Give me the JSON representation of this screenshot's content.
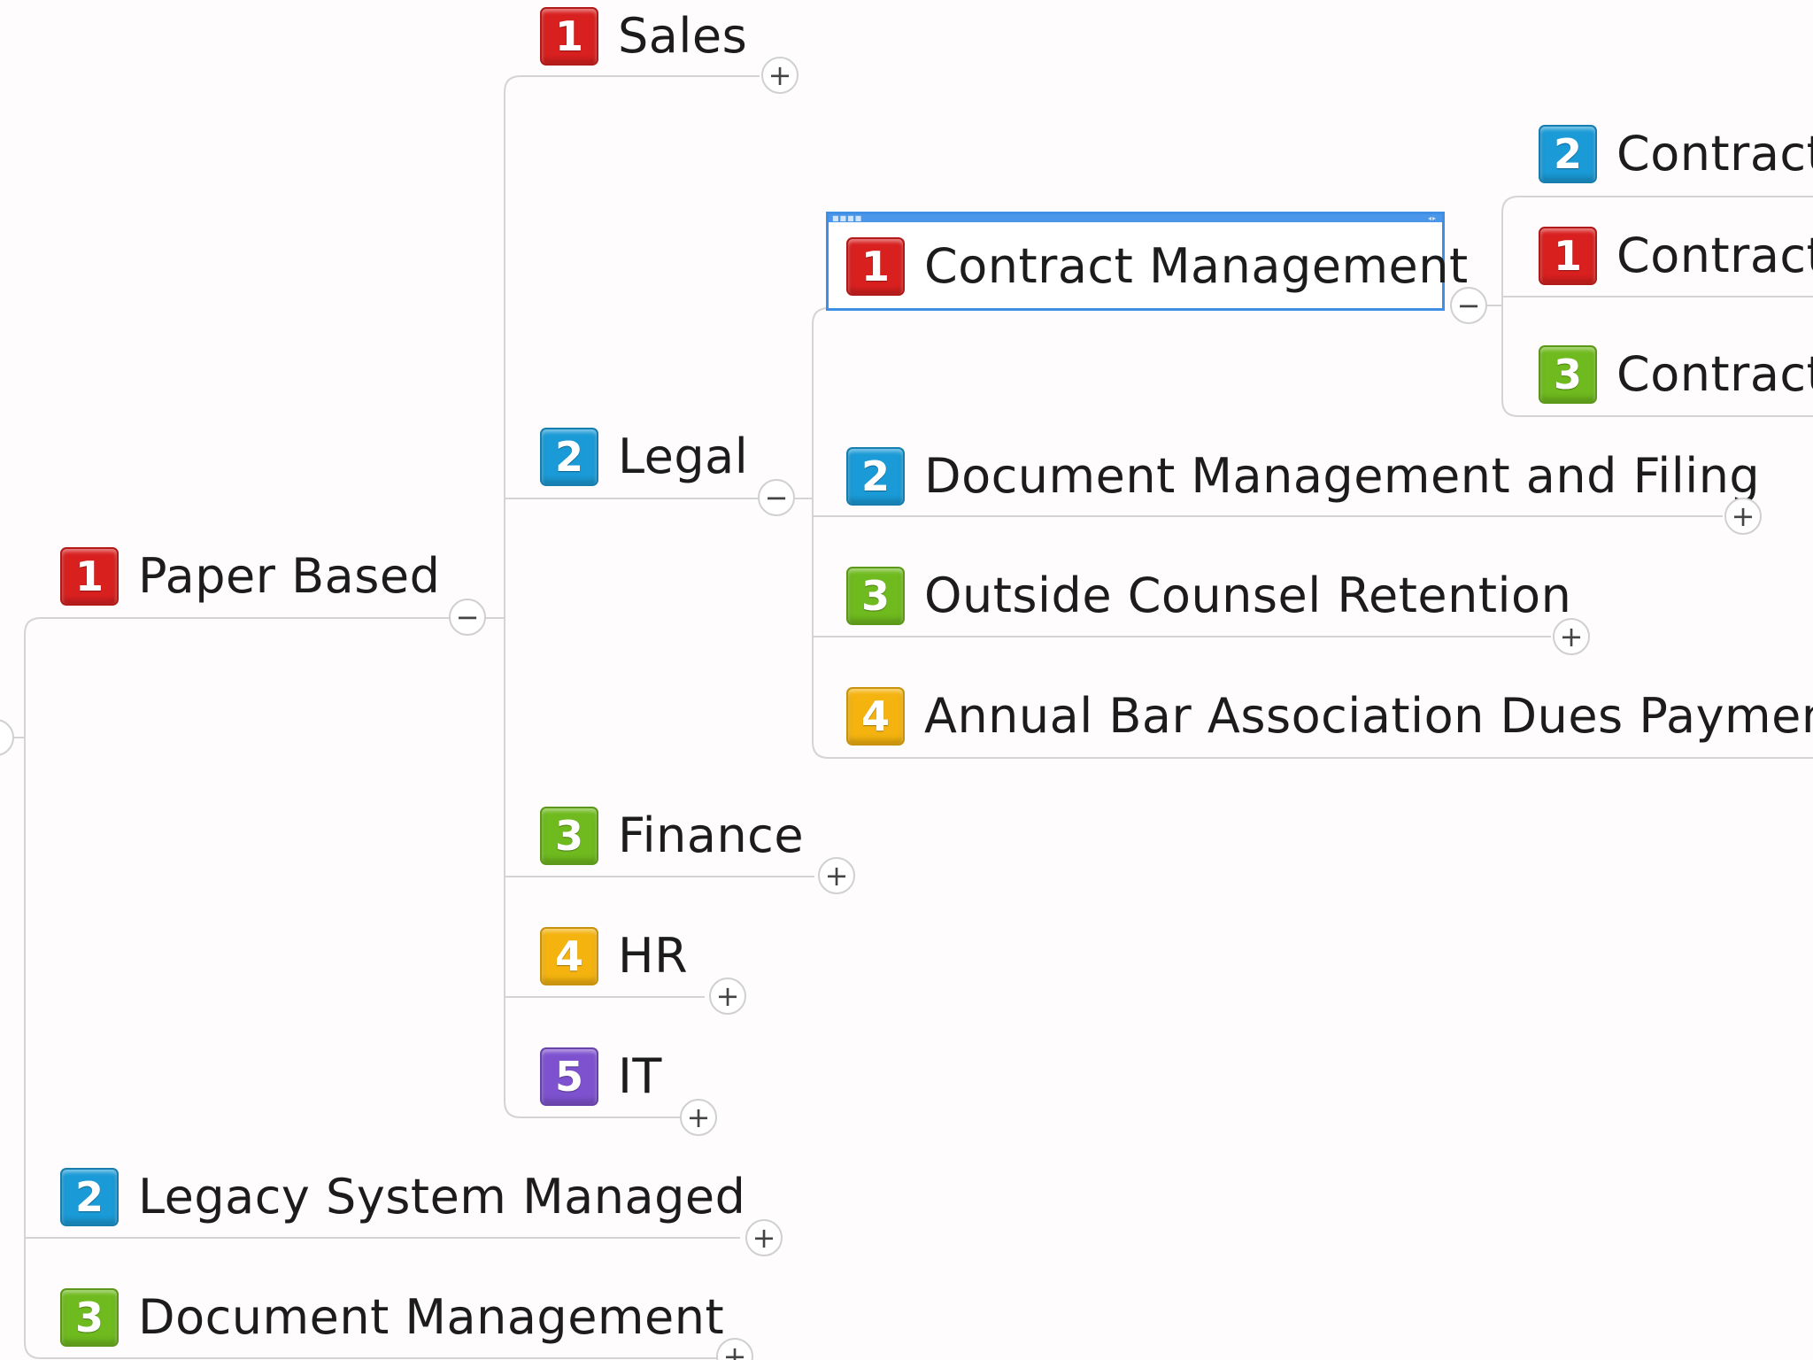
{
  "colors": {
    "priority_1": "#d8201f",
    "priority_2": "#1a9ad6",
    "priority_3": "#6fba1e",
    "priority_4": "#f4b30f",
    "priority_5": "#7e52cf",
    "connector": "#d4d4d4",
    "selection": "#3f8fe6"
  },
  "toggles": {
    "expand": "+",
    "collapse": "−"
  },
  "nodes": {
    "paper_based": {
      "priority": "1",
      "label": "Paper Based"
    },
    "legacy_system_managed": {
      "priority": "2",
      "label": "Legacy System Managed"
    },
    "document_management": {
      "priority": "3",
      "label": "Document Management"
    },
    "sales": {
      "priority": "1",
      "label": "Sales"
    },
    "legal": {
      "priority": "2",
      "label": "Legal"
    },
    "finance": {
      "priority": "3",
      "label": "Finance"
    },
    "hr": {
      "priority": "4",
      "label": "HR"
    },
    "it": {
      "priority": "5",
      "label": "IT"
    },
    "contract_management": {
      "priority": "1",
      "label": "Contract Management",
      "selected": true
    },
    "document_management_and_filing": {
      "priority": "2",
      "label": "Document Management and Filing"
    },
    "outside_counsel_retention": {
      "priority": "3",
      "label": "Outside Counsel Retention"
    },
    "annual_bar_association_dues": {
      "priority": "4",
      "label": "Annual Bar Association Dues Payments"
    },
    "contract_a": {
      "priority": "2",
      "label": "Contract"
    },
    "contract_b": {
      "priority": "1",
      "label": "Contract"
    },
    "contract_c": {
      "priority": "3",
      "label": "Contract"
    }
  }
}
